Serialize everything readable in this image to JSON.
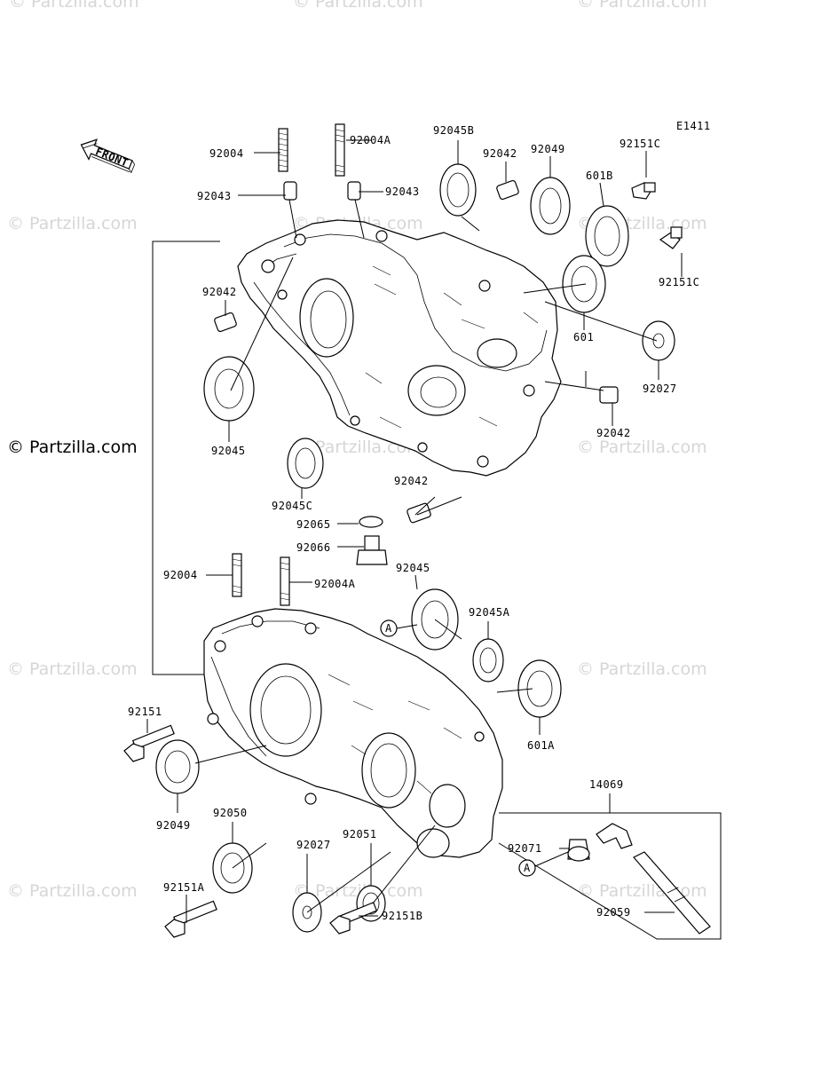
{
  "diagram": {
    "code": "E1411",
    "front_label": "FRONT",
    "copyright": "© Partzilla.com",
    "watermark": "© Partzilla.com",
    "callout_a": "A",
    "labels": {
      "p92004_top": "92004",
      "p92004a_top": "92004A",
      "p92043_left": "92043",
      "p92043_right": "92043",
      "p92045b": "92045B",
      "p92042_top": "92042",
      "p92049_top": "92049",
      "p601b": "601B",
      "p92151c_top": "92151C",
      "p92151c_right": "92151C",
      "p92042_left": "92042",
      "p601": "601",
      "p92027_right": "92027",
      "p92045_left": "92045",
      "p92042_right": "92042",
      "p92045c": "92045C",
      "p92042_mid": "92042",
      "p92065": "92065",
      "p92066": "92066",
      "p92004_low": "92004",
      "p92004a_low": "92004A",
      "p92045_low": "92045",
      "p92045a": "92045A",
      "p92151": "92151",
      "p601a": "601A",
      "p14069": "14069",
      "p92049_low": "92049",
      "p92050": "92050",
      "p92027_low": "92027",
      "p92051": "92051",
      "p92071": "92071",
      "p92059": "92059",
      "p92151a": "92151A",
      "p92151b": "92151B"
    }
  }
}
